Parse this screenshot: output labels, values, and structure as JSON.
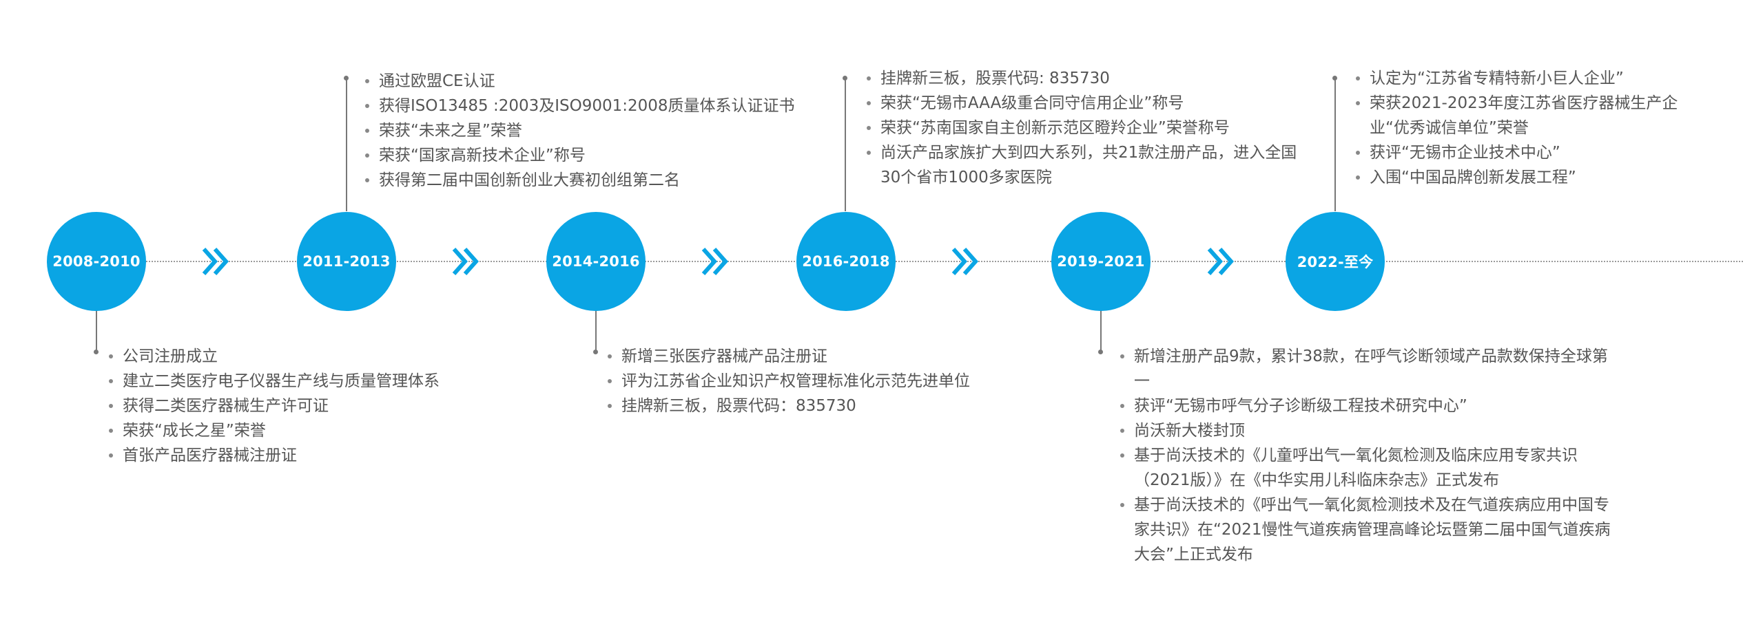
{
  "colors": {
    "accent": "#0aa5e4",
    "text": "#555555",
    "connector": "#777777"
  },
  "periods": [
    {
      "label": "2008-2010",
      "items": [
        "公司注册成立",
        "建立二类医疗电子仪器生产线与质量管理体系",
        "获得二类医疗器械生产许可证",
        "荣获“成长之星”荣誉",
        "首张产品医疗器械注册证"
      ]
    },
    {
      "label": "2011-2013",
      "items": [
        " 通过欧盟CE认证",
        "获得ISO13485 :2003及ISO9001:2008质量体系认证证书",
        "荣获“未来之星”荣誉",
        "荣获“国家高新技术企业”称号",
        "获得第二届中国创新创业大赛初创组第二名"
      ]
    },
    {
      "label": "2014-2016",
      "items": [
        "新增三张医疗器械产品注册证",
        "评为江苏省企业知识产权管理标准化示范先进单位",
        "挂牌新三板，股票代码：835730"
      ]
    },
    {
      "label": "2016-2018",
      "items": [
        "挂牌新三板，股票代码: 835730",
        "荣获“无锡市AAA级重合同守信用企业”称号",
        "荣获“苏南国家自主创新示范区瞪羚企业”荣誉称号",
        "尚沃产品家族扩大到四大系列，共21款注册产品，进入全国30个省市1000多家医院"
      ]
    },
    {
      "label": "2019-2021",
      "items": [
        "新增注册产品9款，累计38款，在呼气诊断领域产品款数保持全球第一",
        "获评“无锡市呼气分子诊断级工程技术研究中心”",
        "尚沃新大楼封顶",
        "基于尚沃技术的《儿童呼出气一氧化氮检测及临床应用专家共识（2021版）》在《中华实用儿科临床杂志》正式发布",
        "基于尚沃技术的《呼出气一氧化氮检测技术及在气道疾病应用中国专家共识》在“2021慢性气道疾病管理高峰论坛暨第二届中国气道疾病大会”上正式发布"
      ]
    },
    {
      "label": "2022-至今",
      "items": [
        "认定为“江苏省专精特新小巨人企业”",
        "荣获2021-2023年度江苏省医疗器械生产企业“优秀诚信单位”荣誉",
        "获评“无锡市企业技术中心”",
        "入围“中国品牌创新发展工程”"
      ]
    }
  ]
}
